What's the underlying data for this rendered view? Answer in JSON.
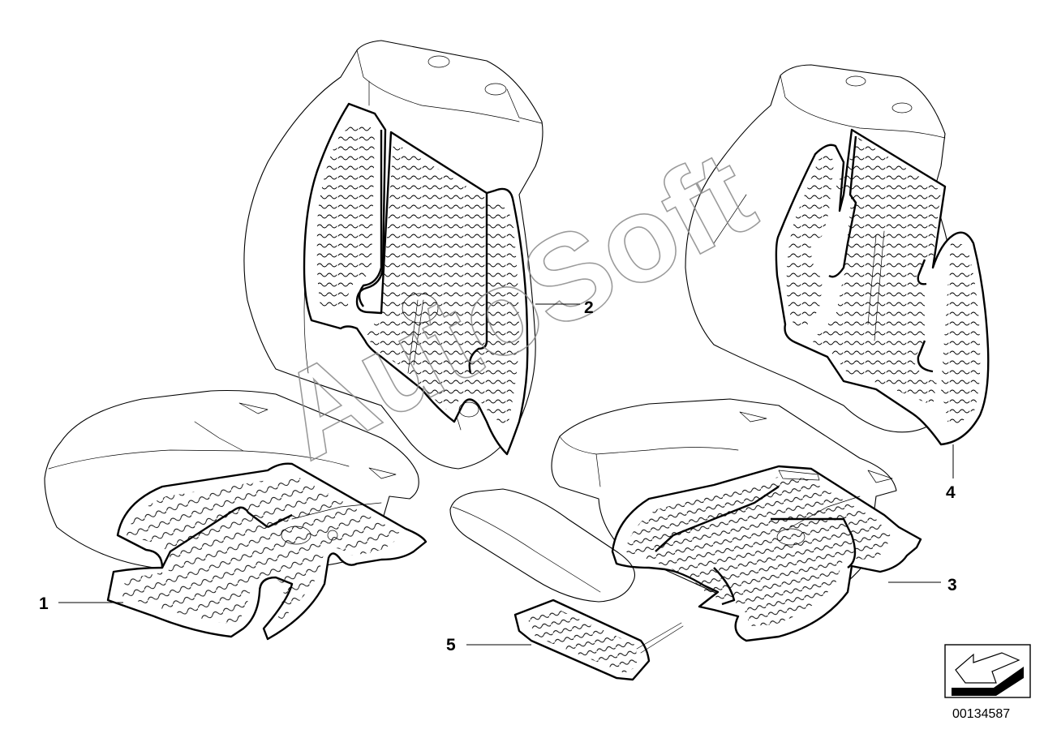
{
  "callouts": {
    "c1": "1",
    "c2": "2",
    "c3": "3",
    "c4": "4",
    "c5": "5"
  },
  "watermark": "AutoSoft",
  "reference_number": "00134587",
  "icons": {
    "orientation": "direction-arrow-icon"
  }
}
